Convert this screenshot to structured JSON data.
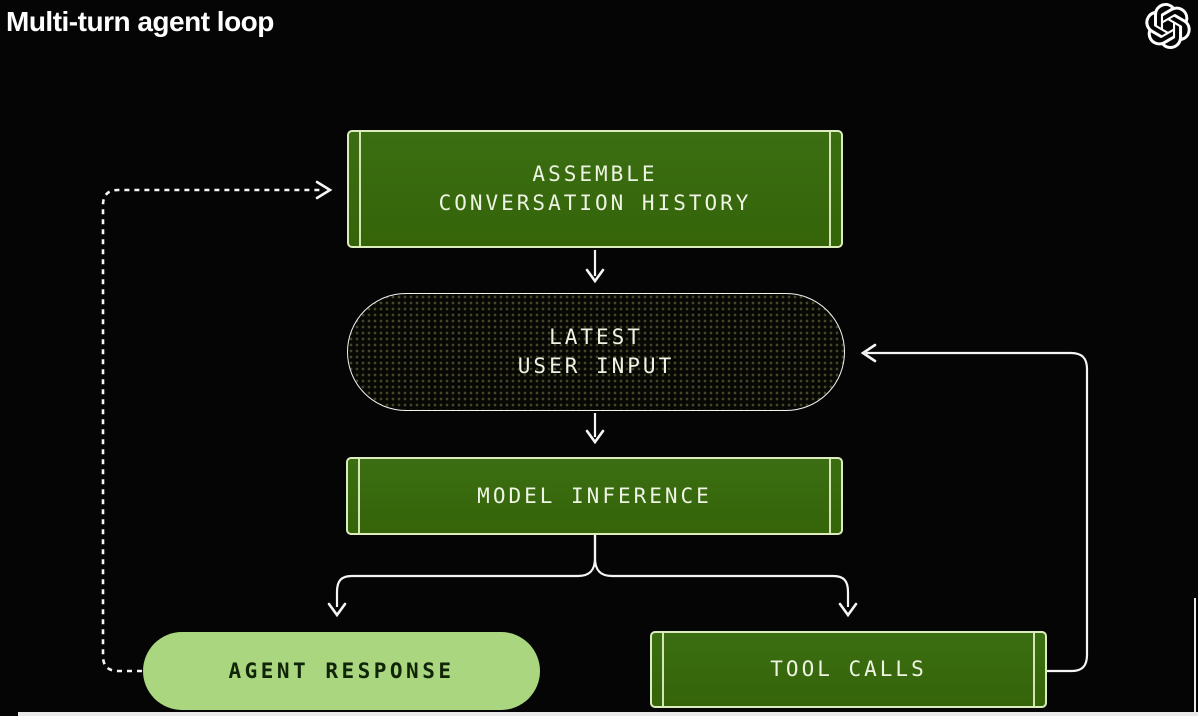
{
  "page": {
    "title": "Multi-turn agent loop"
  },
  "logo": {
    "name": "openai-logo"
  },
  "diagram": {
    "nodes": {
      "assemble": {
        "line1": "ASSEMBLE",
        "line2": "CONVERSATION HISTORY",
        "shape": "green-box"
      },
      "latest_user_input": {
        "line1": "LATEST",
        "line2": "USER INPUT",
        "shape": "dark-dotted-pill"
      },
      "model_inference": {
        "line1": "MODEL INFERENCE",
        "shape": "green-box"
      },
      "agent_response": {
        "line1": "AGENT RESPONSE",
        "shape": "light-green-pill"
      },
      "tool_calls": {
        "line1": "TOOL CALLS",
        "shape": "green-box"
      }
    },
    "edges": [
      {
        "from": "assemble",
        "to": "latest_user_input",
        "style": "solid-arrow-down"
      },
      {
        "from": "latest_user_input",
        "to": "model_inference",
        "style": "solid-arrow-down"
      },
      {
        "from": "model_inference",
        "to": "agent_response",
        "style": "solid-branch-arrow-down"
      },
      {
        "from": "model_inference",
        "to": "tool_calls",
        "style": "solid-branch-arrow-down"
      },
      {
        "from": "tool_calls",
        "to": "latest_user_input",
        "style": "solid-loop-arrow-left"
      },
      {
        "from": "agent_response",
        "to": "assemble",
        "style": "dotted-loop-arrow-right"
      }
    ],
    "colors": {
      "background": "#050505",
      "box_fill": "#3a6b10",
      "box_border": "#dcecbc",
      "light_pill_fill": "#a9d67f",
      "dark_pill_border": "#f2f2f2",
      "node_text_light": "#eef4e3",
      "node_text_dark": "#102408",
      "arrow": "#f5f5f5",
      "title_text": "#ffffff"
    }
  }
}
